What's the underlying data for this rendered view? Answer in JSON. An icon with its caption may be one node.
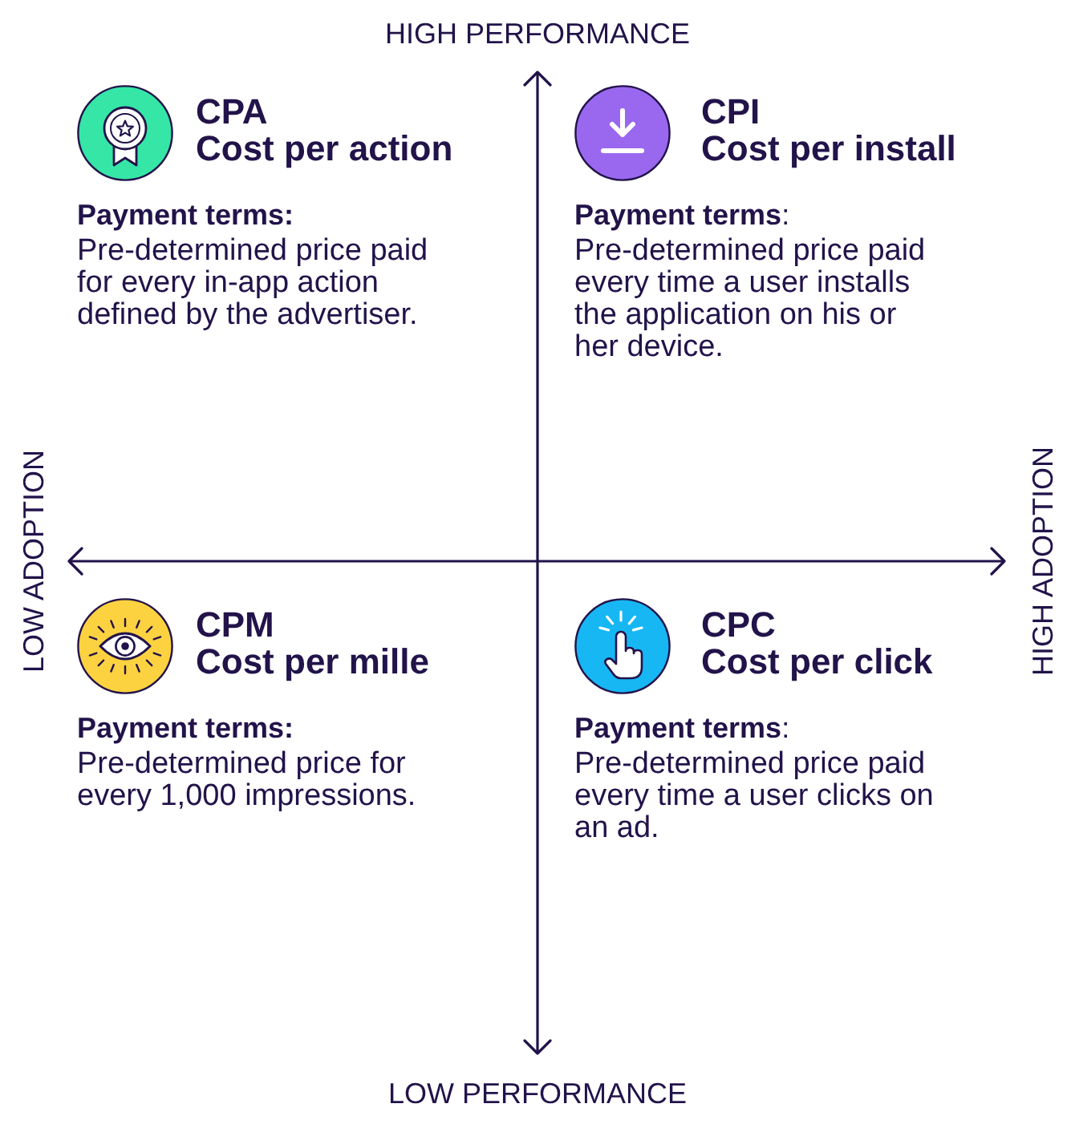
{
  "diagram": {
    "nodes": [
      {
        "text": [
          "CPA",
          "Cost per action",
          "Payment terms:",
          "Pre-determined price paid for every in-app action defined by the advertiser."
        ]
      },
      {
        "text": [
          "CPI",
          "Cost per install",
          "**Payment terms**:",
          "Pre-determined price paid every time a user installs the application on his or her device."
        ]
      },
      {
        "text": [
          "CPM",
          "Cost per mille",
          "Payment terms:",
          "Pre-determined price for every 1,000 impressions."
        ]
      },
      {
        "text": [
          "CPC",
          "Cost per click",
          "**Payment terms**:",
          "Pre-determined price paid every time a user clicks on an ad."
        ]
      }
    ],
    "labels": [
      "HIGH PERFORMANCE",
      "LOW ADOPTION",
      "HIGH ADOPTION",
      "LOW PERFORMANCE"
    ]
  }
}
